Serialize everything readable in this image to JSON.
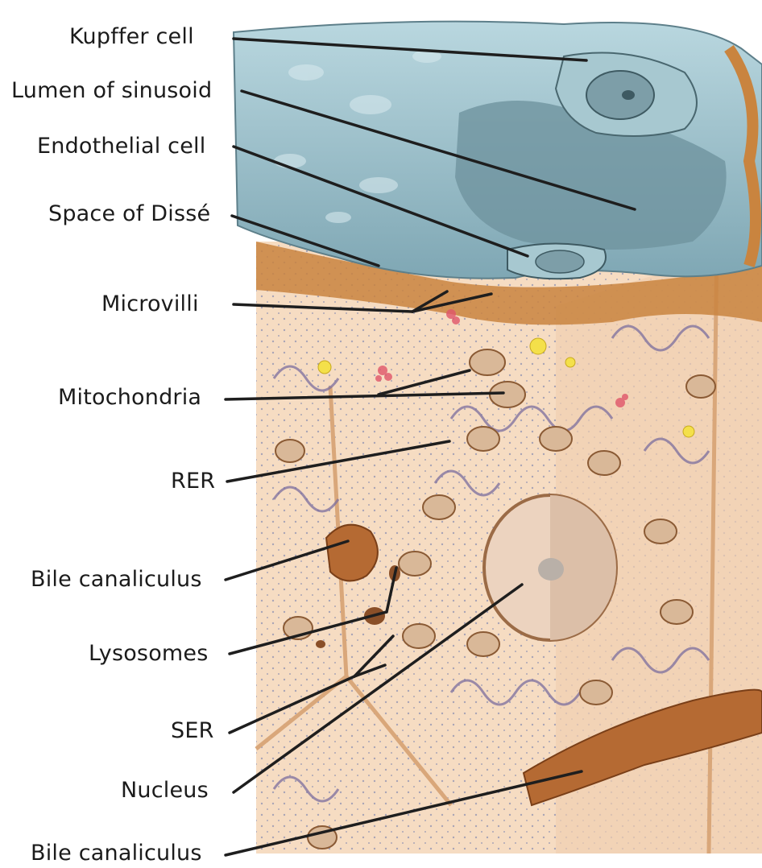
{
  "labels": {
    "kupffer_cell": "Kupffer cell",
    "lumen_of_sinusoid": "Lumen of sinusoid",
    "endothelial_cell": "Endothelial cell",
    "space_of_disse": "Space of Dissé",
    "microvilli": "Microvilli",
    "mitochondria": "Mitochondria",
    "rer": "RER",
    "bile_canaliculus_upper": "Bile canaliculus",
    "lysosomes": "Lysosomes",
    "ser": "SER",
    "nucleus": "Nucleus",
    "bile_canaliculus_lower": "Bile canaliculus"
  },
  "colors": {
    "cytoplasm": "#f6dcc2",
    "sinusoid_blue": "#9fc3cd",
    "membrane_brown": "#c9843f",
    "nucleus": "#ecd3bf",
    "leader_line": "#1e1e1e"
  }
}
